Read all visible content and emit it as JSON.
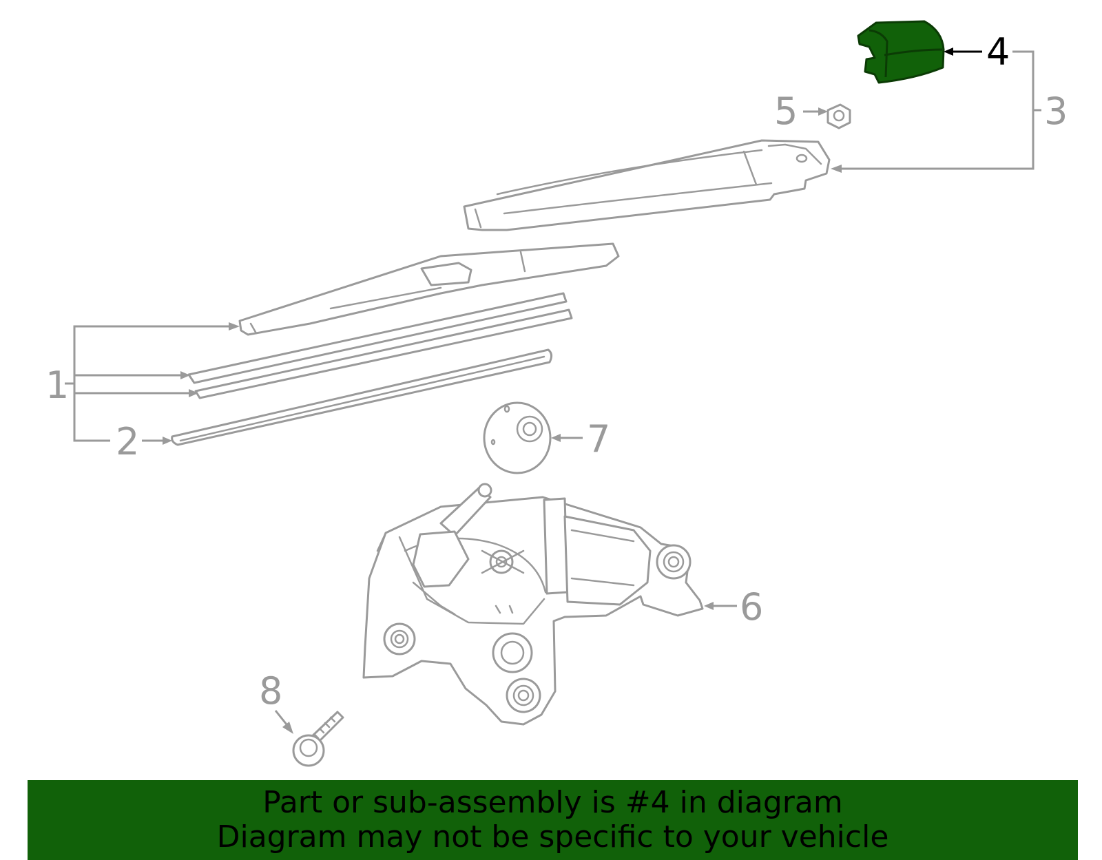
{
  "colors": {
    "highlight": "#116109",
    "line_art": "#9a9a9a",
    "banner_bg": "#116109",
    "banner_text": "#000000"
  },
  "callouts": {
    "c1": "1",
    "c2": "2",
    "c3": "3",
    "c4": "4",
    "c5": "5",
    "c6": "6",
    "c7": "7",
    "c8": "8"
  },
  "selected_part": "4",
  "banner": {
    "line1": "Part or sub-assembly is #4 in diagram",
    "line2": "Diagram may not be specific to your vehicle"
  }
}
